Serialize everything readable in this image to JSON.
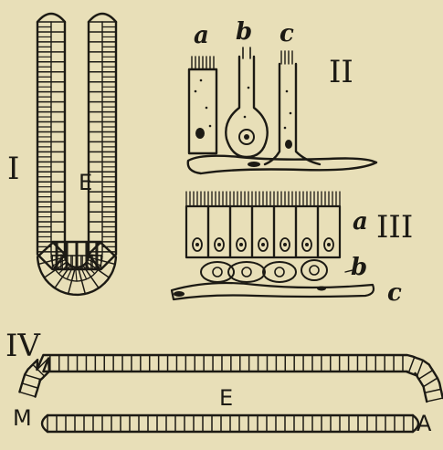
{
  "colors": {
    "background": "#e8dfb8",
    "ink": "#1c1a14"
  },
  "labels": {
    "fig1_numeral": "I",
    "fig1_lumen": "E",
    "fig2_numeral": "II",
    "fig2_a": "a",
    "fig2_b": "b",
    "fig2_c": "c",
    "fig3_numeral": "III",
    "fig3_a": "a",
    "fig3_b": "b",
    "fig3_c": "c",
    "fig4_numeral": "IV",
    "fig4_lumen": "E",
    "fig4_m": "M",
    "fig4_a": "A"
  }
}
